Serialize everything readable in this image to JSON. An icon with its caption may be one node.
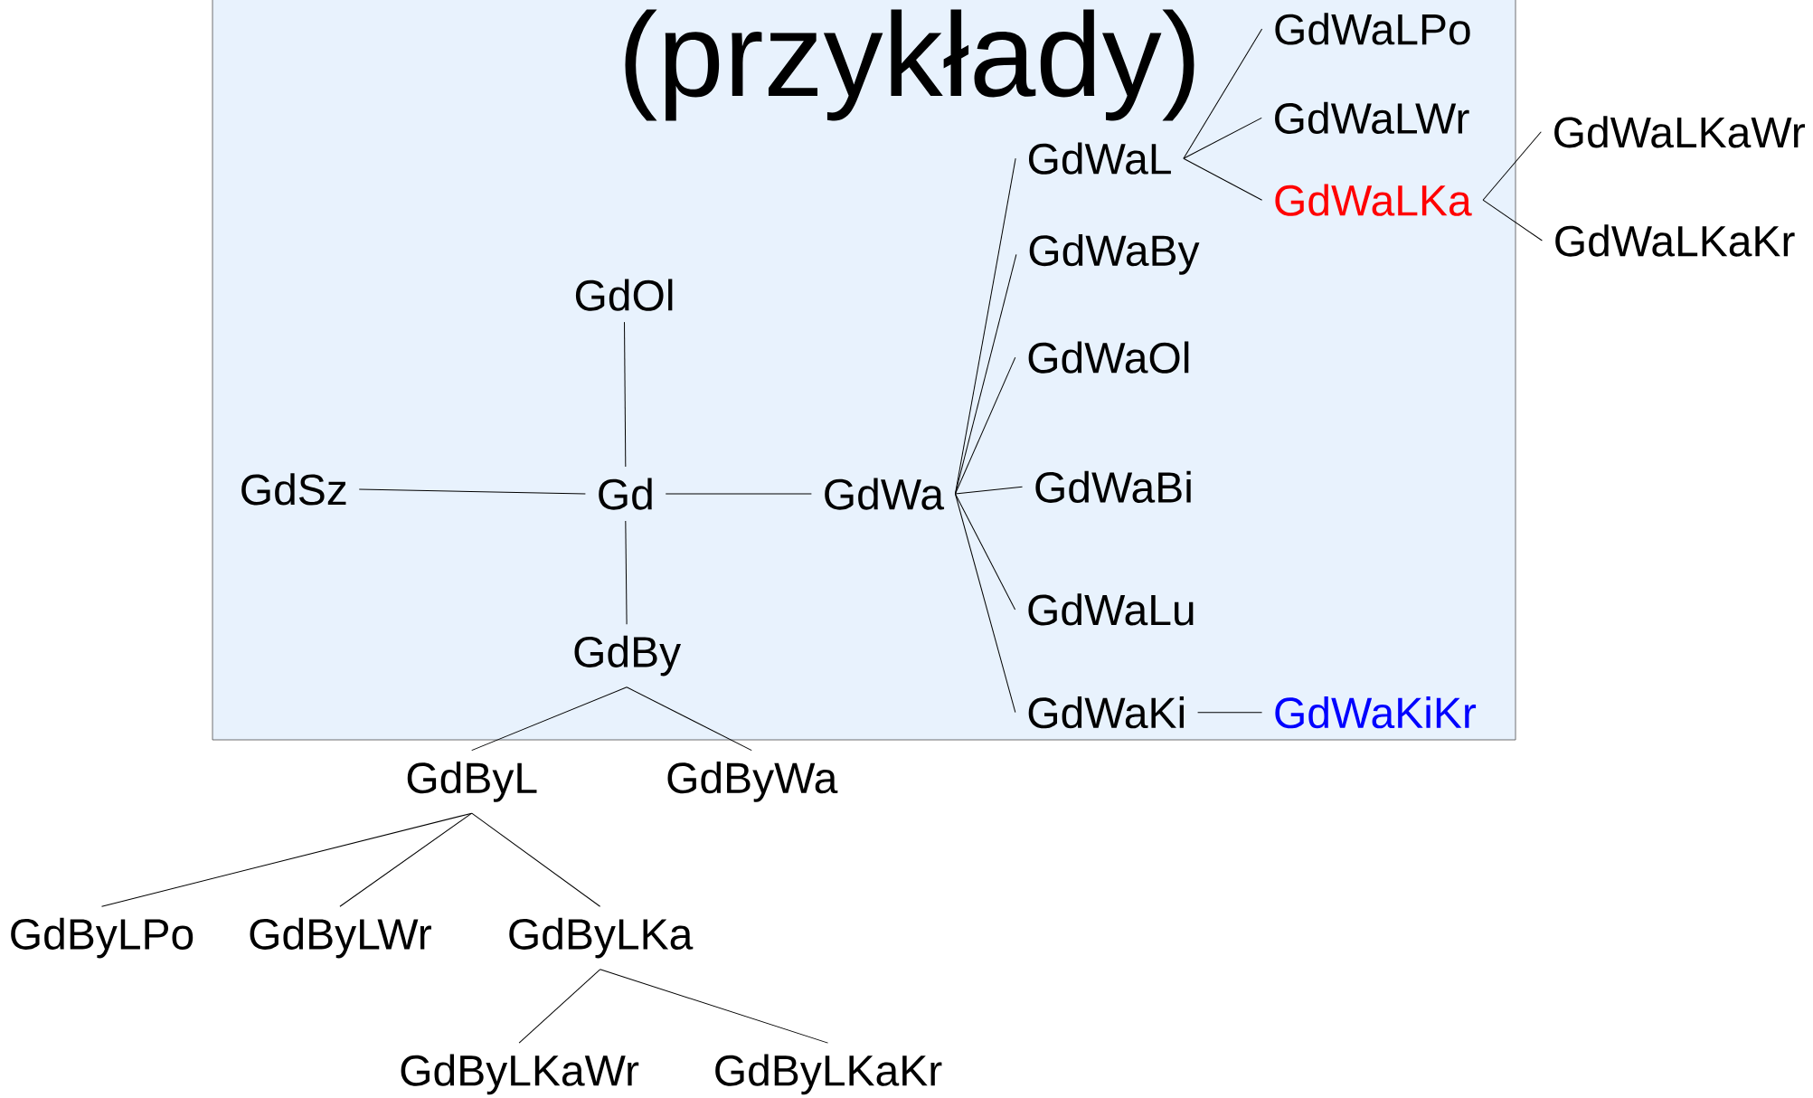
{
  "diagram": {
    "title": "(przykłady)",
    "nodes": [
      {
        "text": [
          "Gd"
        ]
      },
      {
        "text": [
          "GdSz"
        ]
      },
      {
        "text": [
          "GdOl"
        ]
      },
      {
        "text": [
          "GdBy"
        ]
      },
      {
        "text": [
          "GdWa"
        ]
      },
      {
        "text": [
          "GdWaL"
        ]
      },
      {
        "text": [
          "GdWaBy"
        ]
      },
      {
        "text": [
          "GdWaOl"
        ]
      },
      {
        "text": [
          "GdWaBi"
        ]
      },
      {
        "text": [
          "GdWaLu"
        ]
      },
      {
        "text": [
          "GdWaKi"
        ]
      },
      {
        "text": [
          "GdWaLPo"
        ]
      },
      {
        "text": [
          "GdWaLWr"
        ]
      },
      {
        "text": [
          "GdWaLKa"
        ]
      },
      {
        "text": [
          "GdWaLKaWr"
        ]
      },
      {
        "text": [
          "GdWaLKaKr"
        ]
      },
      {
        "text": [
          "GdWaKiKr"
        ]
      },
      {
        "text": [
          "GdByL"
        ]
      },
      {
        "text": [
          "GdByWa"
        ]
      },
      {
        "text": [
          "GdByLPo"
        ]
      },
      {
        "text": [
          "GdByLWr"
        ]
      },
      {
        "text": [
          "GdByLKa"
        ]
      },
      {
        "text": [
          "GdByLKaWr"
        ]
      },
      {
        "text": [
          "GdByLKaKr"
        ]
      }
    ],
    "edges": [
      {
        "from": 0,
        "to": 1,
        "arrow": "none"
      },
      {
        "from": 0,
        "to": 2,
        "arrow": "none"
      },
      {
        "from": 0,
        "to": 3,
        "arrow": "none"
      },
      {
        "from": 0,
        "to": 4,
        "arrow": "none"
      },
      {
        "from": 4,
        "to": 5,
        "arrow": "none"
      },
      {
        "from": 4,
        "to": 6,
        "arrow": "none"
      },
      {
        "from": 4,
        "to": 7,
        "arrow": "none"
      },
      {
        "from": 4,
        "to": 8,
        "arrow": "none"
      },
      {
        "from": 4,
        "to": 9,
        "arrow": "none"
      },
      {
        "from": 4,
        "to": 10,
        "arrow": "none"
      },
      {
        "from": 5,
        "to": 11,
        "arrow": "none"
      },
      {
        "from": 5,
        "to": 12,
        "arrow": "none"
      },
      {
        "from": 5,
        "to": 13,
        "arrow": "none"
      },
      {
        "from": 13,
        "to": 14,
        "arrow": "none"
      },
      {
        "from": 13,
        "to": 15,
        "arrow": "none"
      },
      {
        "from": 10,
        "to": 16,
        "arrow": "none"
      },
      {
        "from": 3,
        "to": 17,
        "arrow": "none"
      },
      {
        "from": 3,
        "to": 18,
        "arrow": "none"
      },
      {
        "from": 17,
        "to": 19,
        "arrow": "none"
      },
      {
        "from": 17,
        "to": 20,
        "arrow": "none"
      },
      {
        "from": 17,
        "to": 21,
        "arrow": "none"
      },
      {
        "from": 21,
        "to": 22,
        "arrow": "none"
      },
      {
        "from": 21,
        "to": 23,
        "arrow": "none"
      }
    ]
  }
}
